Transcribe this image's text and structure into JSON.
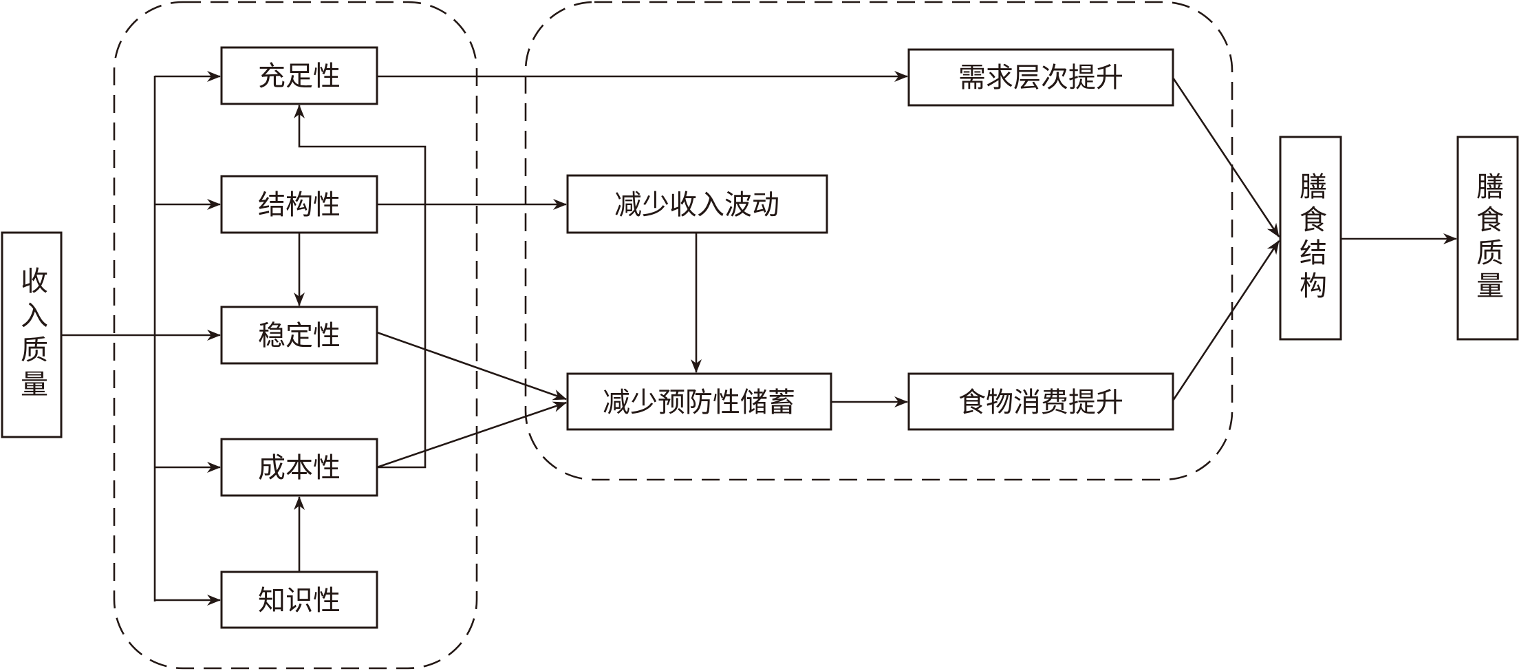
{
  "diagram": {
    "type": "flowchart",
    "colors": {
      "stroke": "#231815",
      "background": "#ffffff"
    },
    "groups": [
      {
        "id": "income-dimensions",
        "style": "dashed-rounded",
        "members": [
          "adequacy",
          "structure",
          "stability",
          "cost",
          "knowledge"
        ]
      },
      {
        "id": "mechanisms",
        "style": "dashed-rounded",
        "members": [
          "reduce-income-fluctuation",
          "reduce-precautionary-saving",
          "demand-level-upgrade",
          "food-consumption-upgrade"
        ]
      }
    ],
    "nodes": {
      "income_quality": "收入质量",
      "adequacy": "充足性",
      "structure": "结构性",
      "stability": "稳定性",
      "cost": "成本性",
      "knowledge": "知识性",
      "reduce_income_fluctuation": "减少收入波动",
      "reduce_precautionary_saving": "减少预防性储蓄",
      "demand_level_upgrade": "需求层次提升",
      "food_consumption_upgrade": "食物消费提升",
      "diet_structure": "膳食结构",
      "diet_quality": "膳食质量"
    },
    "edges": [
      [
        "income_quality",
        "adequacy"
      ],
      [
        "income_quality",
        "structure"
      ],
      [
        "income_quality",
        "stability"
      ],
      [
        "income_quality",
        "cost"
      ],
      [
        "income_quality",
        "knowledge"
      ],
      [
        "structure",
        "stability"
      ],
      [
        "knowledge",
        "cost"
      ],
      [
        "cost",
        "adequacy"
      ],
      [
        "adequacy",
        "demand_level_upgrade"
      ],
      [
        "structure",
        "reduce_income_fluctuation"
      ],
      [
        "reduce_income_fluctuation",
        "reduce_precautionary_saving"
      ],
      [
        "stability",
        "reduce_precautionary_saving"
      ],
      [
        "cost",
        "reduce_precautionary_saving"
      ],
      [
        "reduce_precautionary_saving",
        "food_consumption_upgrade"
      ],
      [
        "demand_level_upgrade",
        "diet_structure"
      ],
      [
        "food_consumption_upgrade",
        "diet_structure"
      ],
      [
        "diet_structure",
        "diet_quality"
      ]
    ]
  }
}
